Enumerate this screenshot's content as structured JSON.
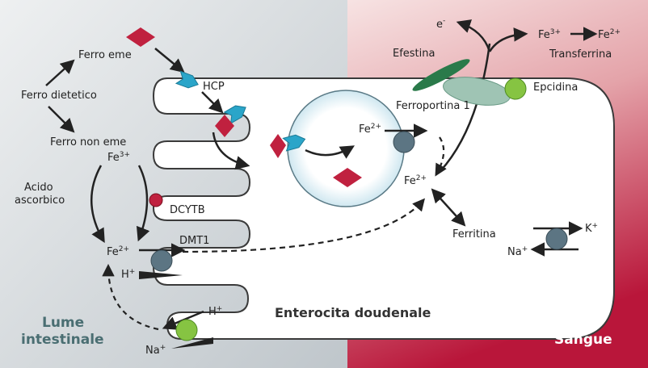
{
  "labels": {
    "ferro_eme": "Ferro eme",
    "ferro_dietetico": "Ferro dietetico",
    "ferro_non_eme": "Ferro non eme",
    "acido": "Acido",
    "ascorbico": "ascorbico",
    "hcp": "HCP",
    "dcytb": "DCYTB",
    "dmt1": "DMT1",
    "efestina": "Efestina",
    "ferroportina": "Ferroportina 1",
    "epcidina": "Epcidina",
    "transferrina": "Transferrina",
    "ferritina": "Ferritina",
    "enterocita": "Enterocita doudenale",
    "lume_1": "Lume",
    "lume_2": "intestinale",
    "sangue": "Sangue"
  },
  "ions": {
    "fe": "Fe",
    "three_plus": "3+",
    "two_plus": "2+",
    "h": "H",
    "na": "Na",
    "k": "K",
    "plus": "+",
    "e": "e",
    "minus": "-"
  },
  "colors": {
    "heme": "#c0213f",
    "transporter_teal": "#2aa5c9",
    "channel_gray": "#5c7583",
    "hepcidin_green": "#86c442",
    "hephaestin_green": "#2a7a4a",
    "ferroportin_sage": "#9fc4b4",
    "dcytb_red": "#c0213f",
    "lumen_bg": "#cdd2d6",
    "blood_bg": "#b8163a"
  }
}
